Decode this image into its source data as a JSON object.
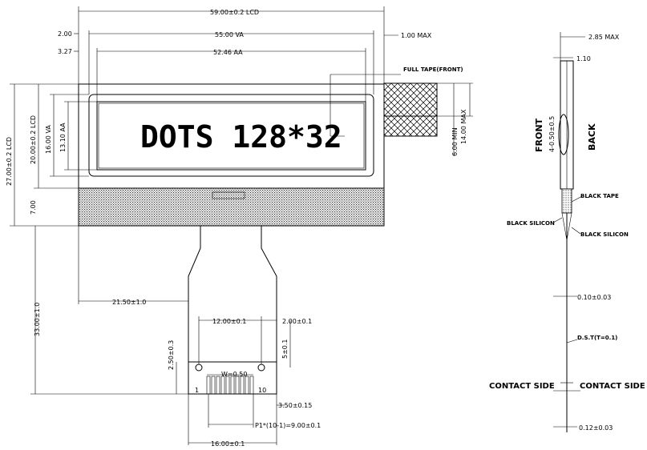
{
  "display_text": "DOTS 128*32",
  "dimensions": {
    "width_lcd": "59.00±0.2 LCD",
    "width_va": "55.00 VA",
    "width_aa": "52.46 AA",
    "offset_va": "2.00",
    "offset_aa": "3.27",
    "tape_margin": "1.00 MAX",
    "height_lcd_total": "27.00±0.2 LCD",
    "height_lcd": "20.00±0.2 LCD",
    "height_va": "16.00 VA",
    "height_aa": "13.10 AA",
    "tape_min": "6.00 MIN",
    "tape_max": "14.00 MAX",
    "lower_height": "7.00",
    "fpc_length": "33.00±1.0",
    "fpc_offset": "21.50±1.0",
    "pin_span": "12.00±0.1",
    "pin_edge": "2.00±0.1",
    "hole_offset": "5±0.1",
    "stiffener": "2.50±0.3",
    "pitch_width": "W=0.50",
    "tail_right": "3.50±0.15",
    "pitch_total": "P1*(10-1)=9.00±0.1",
    "fpc_width": "16.00±0.1",
    "pin_first": "1",
    "pin_last": "10",
    "thickness_max": "2.85 MAX",
    "thickness_top": "1.10",
    "mount_holes": "4-0.50±0.5",
    "fpc_thickness": "0.10±0.03",
    "fpc_tail_thickness": "0.12±0.03"
  },
  "labels": {
    "full_tape": "FULL TAPE(FRONT)",
    "front": "FRONT",
    "back": "BACK",
    "black_tape": "BLACK TAPE",
    "black_silicon_left": "BLACK SILICON",
    "black_silicon_right": "BLACK SILICON",
    "dst": "D.S.T(T=0.1)",
    "contact_left": "CONTACT SIDE",
    "contact_right": "CONTACT SIDE"
  }
}
